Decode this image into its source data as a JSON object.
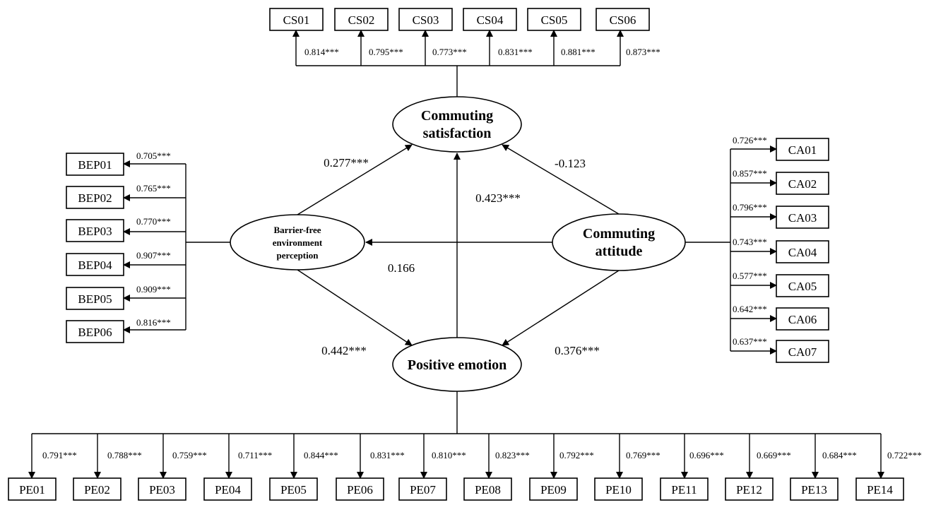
{
  "latent": {
    "cs": [
      "Commuting",
      "satisfaction"
    ],
    "bep": [
      "Barrier-free",
      "environment",
      "perception"
    ],
    "ca": [
      "Commuting",
      "attitude"
    ],
    "pe": [
      "Positive emotion"
    ]
  },
  "indicators": {
    "cs": [
      {
        "label": "CS01",
        "loading": "0.814***"
      },
      {
        "label": "CS02",
        "loading": "0.795***"
      },
      {
        "label": "CS03",
        "loading": "0.773***"
      },
      {
        "label": "CS04",
        "loading": "0.831***"
      },
      {
        "label": "CS05",
        "loading": "0.881***"
      },
      {
        "label": "CS06",
        "loading": "0.873***"
      }
    ],
    "bep": [
      {
        "label": "BEP01",
        "loading": "0.705***"
      },
      {
        "label": "BEP02",
        "loading": "0.765***"
      },
      {
        "label": "BEP03",
        "loading": "0.770***"
      },
      {
        "label": "BEP04",
        "loading": "0.907***"
      },
      {
        "label": "BEP05",
        "loading": "0.909***"
      },
      {
        "label": "BEP06",
        "loading": "0.816***"
      }
    ],
    "ca": [
      {
        "label": "CA01",
        "loading": "0.726***"
      },
      {
        "label": "CA02",
        "loading": "0.857***"
      },
      {
        "label": "CA03",
        "loading": "0.796***"
      },
      {
        "label": "CA04",
        "loading": "0.743***"
      },
      {
        "label": "CA05",
        "loading": "0.577***"
      },
      {
        "label": "CA06",
        "loading": "0.642***"
      },
      {
        "label": "CA07",
        "loading": "0.637***"
      }
    ],
    "pe": [
      {
        "label": "PE01",
        "loading": "0.791***"
      },
      {
        "label": "PE02",
        "loading": "0.788***"
      },
      {
        "label": "PE03",
        "loading": "0.759***"
      },
      {
        "label": "PE04",
        "loading": "0.711***"
      },
      {
        "label": "PE05",
        "loading": "0.844***"
      },
      {
        "label": "PE06",
        "loading": "0.831***"
      },
      {
        "label": "PE07",
        "loading": "0.810***"
      },
      {
        "label": "PE08",
        "loading": "0.823***"
      },
      {
        "label": "PE09",
        "loading": "0.792***"
      },
      {
        "label": "PE10",
        "loading": "0.769***"
      },
      {
        "label": "PE11",
        "loading": "0.696***"
      },
      {
        "label": "PE12",
        "loading": "0.669***"
      },
      {
        "label": "PE13",
        "loading": "0.684***"
      },
      {
        "label": "PE14",
        "loading": "0.722***"
      }
    ]
  },
  "paths": {
    "bep_to_cs": "0.277***",
    "ca_to_cs": "-0.123",
    "pe_to_cs": "0.423***",
    "ca_to_bep": "0.166",
    "bep_to_pe": "0.442***",
    "ca_to_pe": "0.376***"
  }
}
